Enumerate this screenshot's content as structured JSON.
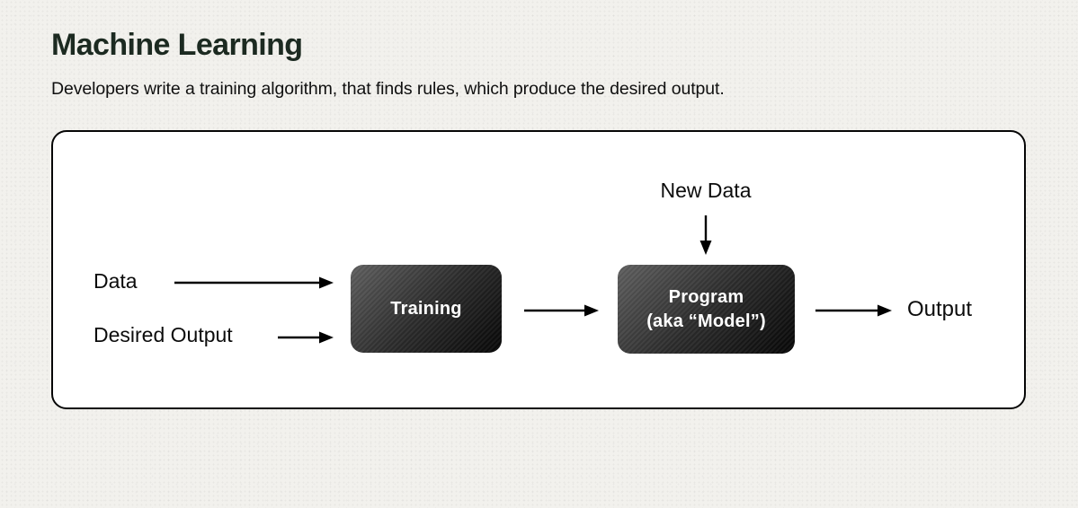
{
  "header": {
    "title": "Machine Learning",
    "subtitle": "Developers write a training algorithm, that finds rules, which produce the desired output."
  },
  "diagram": {
    "new_data_label": "New Data",
    "data_label": "Data",
    "desired_output_label": "Desired Output",
    "training_label": "Training",
    "program_line1": "Program",
    "program_line2": "(aka “Model”)",
    "output_label": "Output"
  },
  "colors": {
    "page_background": "#f2f1ed",
    "frame_background": "#ffffff",
    "frame_border": "#060606",
    "title_text": "#1c2a21",
    "body_text": "#0c0c0c",
    "box_text": "#ffffff",
    "box_gradient_start": "#5f5f5f",
    "box_gradient_end": "#070707",
    "arrow": "#000000"
  }
}
